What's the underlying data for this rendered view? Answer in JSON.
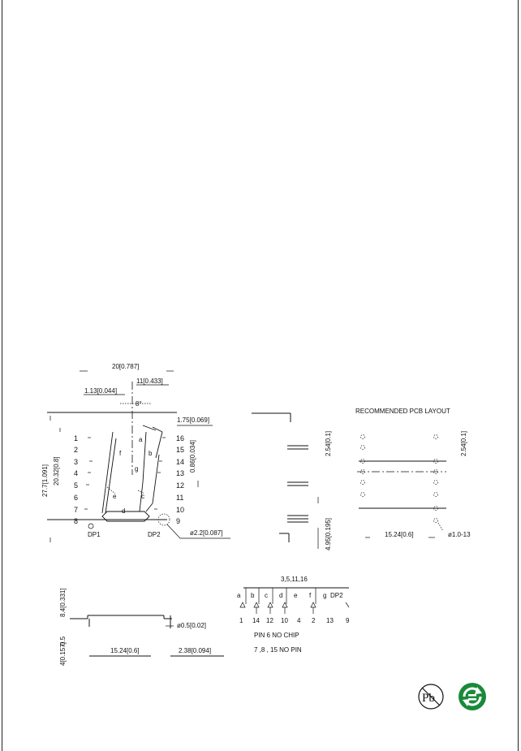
{
  "front_view": {
    "dim_width": "20[0.787]",
    "dim_digit_width": "11[0.433]",
    "dim_offset": "1.13[0.044]",
    "dim_angle": "8°",
    "dim_segment": "1.75[0.069]",
    "dim_height_total": "27.7[1.091]",
    "dim_height_inner": "20.32[0.8]",
    "dim_seg_height": "0.86[0.034]",
    "dim_dp": "ø2.2[0.087]",
    "pins_left": [
      "1",
      "2",
      "3",
      "4",
      "5",
      "6",
      "7",
      "8"
    ],
    "pins_right": [
      "16",
      "15",
      "14",
      "13",
      "12",
      "11",
      "10",
      "9"
    ],
    "segment_labels": [
      "a",
      "b",
      "c",
      "d",
      "e",
      "f",
      "g"
    ],
    "dp_labels": [
      "DP1",
      "DP2"
    ]
  },
  "side_view": {
    "dim_pin_pitch": "2.54[0.1]",
    "dim_bottom": "4.95[0.195]"
  },
  "pcb_layout": {
    "title": "RECOMMENDED PCB LAYOUT",
    "dim_pitch": "2.54[0.1]",
    "dim_row": "15.24[0.6]",
    "dim_hole": "ø1.0-13"
  },
  "bottom_view": {
    "dim_height": "8.4[0.331]",
    "dim_stand": "4[0.157]",
    "dim_stand2": "0.5",
    "dim_pin": "ø0.5[0.02]",
    "dim_row": "15.24[0.6]",
    "dim_offset": "2.38[0.094]"
  },
  "circuit": {
    "common": "3,5,11,16",
    "segments": [
      "a",
      "b",
      "c",
      "d",
      "e",
      "f",
      "g",
      "DP2"
    ],
    "pins": [
      "1",
      "14",
      "12",
      "10",
      "4",
      "2",
      "13",
      "9"
    ],
    "note1": "PIN 6 NO CHIP",
    "note2": "7 ,8 , 15 NO PIN"
  },
  "badges": {
    "pb_free": "Pb",
    "pb_free_icon": "pb-free-icon",
    "eco_icon": "eco-recycle-icon",
    "eco_color": "#1a8a3a"
  }
}
